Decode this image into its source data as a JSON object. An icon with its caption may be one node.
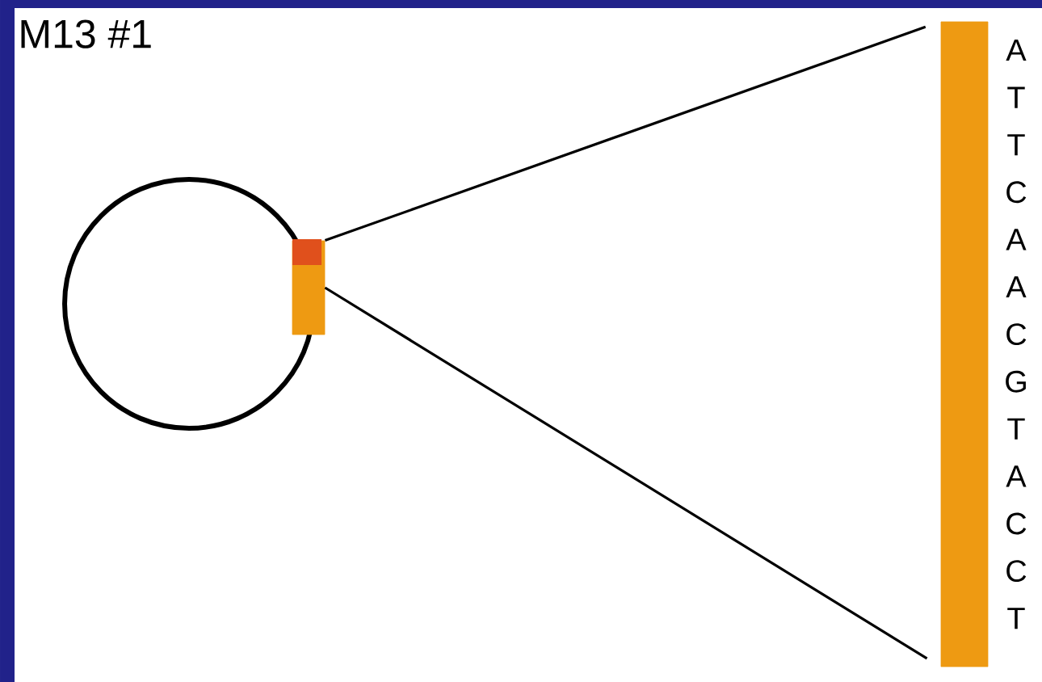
{
  "diagram": {
    "title": "M13 #1",
    "nodes": [
      {
        "text": [],
        "shape": "circle"
      },
      {
        "text": [],
        "shape": "box"
      },
      {
        "text": [],
        "shape": "bar"
      }
    ],
    "edges": [
      {
        "from": 1,
        "to": 2,
        "arrow": "none"
      },
      {
        "from": 1,
        "to": 2,
        "arrow": "none"
      }
    ],
    "labels": [
      "A",
      "T",
      "T",
      "C",
      "A",
      "A",
      "C",
      "G",
      "T",
      "A",
      "C",
      "C",
      "T"
    ]
  }
}
